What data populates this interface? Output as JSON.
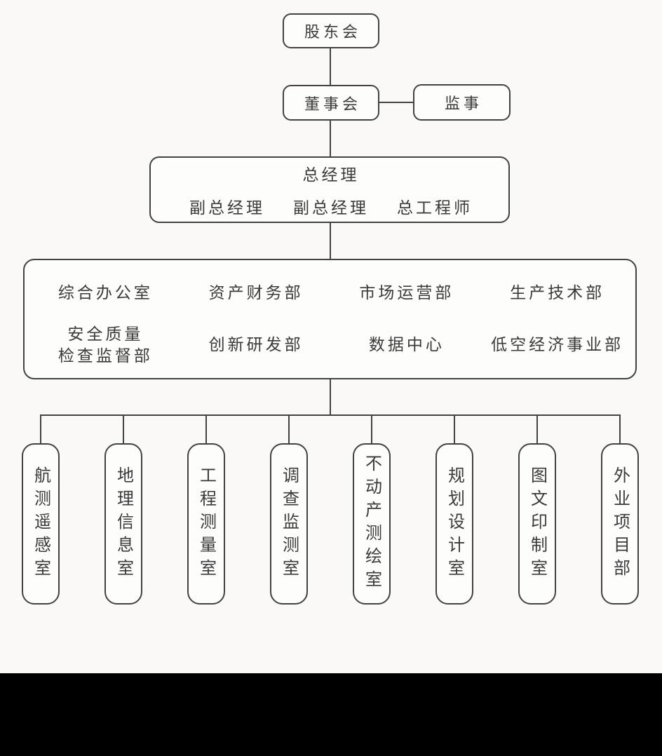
{
  "page": {
    "type": "organization-chart",
    "colors": {
      "background": "#faf9f7",
      "node_fill": "#fdfdfc",
      "line": "#424242",
      "text": "#3a3a3a",
      "footer_bar": "#000000"
    }
  },
  "chart": {
    "top": {
      "shareholders": "股东会",
      "board": "董事会",
      "supervisor": "监事"
    },
    "management": {
      "gm": "总经理",
      "deputies": [
        "副总经理",
        "副总经理",
        "总工程师"
      ]
    },
    "departments": {
      "row1": [
        "综合办公室",
        "资产财务部",
        "市场运营部",
        "生产技术部"
      ],
      "row2": [
        "安全质量\n检查监督部",
        "创新研发部",
        "数据中心",
        "低空经济事业部"
      ]
    },
    "offices": [
      "航测遥感室",
      "地理信息室",
      "工程测量室",
      "调查监测室",
      "不动产测绘室",
      "规划设计室",
      "图文印制室",
      "外业项目部"
    ]
  }
}
